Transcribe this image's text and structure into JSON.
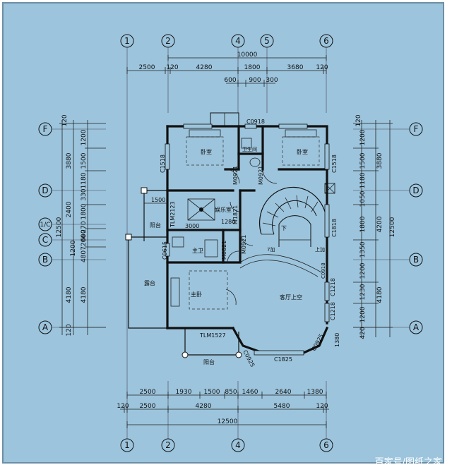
{
  "watermark": "百家号/图纸之家",
  "axes_top": [
    "1",
    "2",
    "4",
    "5",
    "6"
  ],
  "axes_bottom": [
    "1",
    "2",
    "4",
    "6"
  ],
  "axes_left": [
    "F",
    "D",
    "1/C",
    "C",
    "B",
    "A"
  ],
  "axes_right": [
    "F",
    "D",
    "B",
    "A"
  ],
  "top_dims": {
    "overall": "10000",
    "row1": [
      "2500",
      "120",
      "4280",
      "1800",
      "3680",
      "120"
    ],
    "row2": [
      "600",
      "900",
      "300"
    ]
  },
  "bottom_dims": {
    "row1": [
      "2500",
      "1930",
      "1500",
      "850",
      "1460",
      "2640",
      "1380"
    ],
    "row2": [
      "120",
      "2500",
      "4280",
      "5480",
      "120"
    ],
    "overall": "12500"
  },
  "left_dims": {
    "outer": [
      "120",
      "3880",
      "2400",
      "12500",
      "4180",
      "120"
    ],
    "inner": [
      "1200",
      "1500",
      "1180",
      "330",
      "1800",
      "270",
      "600",
      "1200",
      "4807206",
      "4180"
    ]
  },
  "right_dims": {
    "inner": [
      "120",
      "1200",
      "1500",
      "1180",
      "1050",
      "1800",
      "1350",
      "1200",
      "1230",
      "1200",
      "420"
    ],
    "outer": [
      "3880",
      "4200",
      "12500",
      "4180"
    ]
  },
  "rooms": [
    "卧室",
    "卫生间",
    "卧室",
    "娱乐室",
    "阳台",
    "主卫",
    "露台",
    "主卧",
    "客厅上空",
    "阳台"
  ],
  "openings": [
    "C0918",
    "C1518",
    "M0921",
    "M0921",
    "C1518",
    "TLM2123",
    "M1821",
    "3000",
    "1280",
    "C1818",
    "C0615",
    "M0821",
    "M0921",
    "C1218",
    "C1218",
    "TLM1527",
    "C0925",
    "C1825",
    "C0925",
    "1500",
    "1380",
    "C0918"
  ],
  "stair_labels": [
    "下",
    "7加",
    "上加"
  ]
}
